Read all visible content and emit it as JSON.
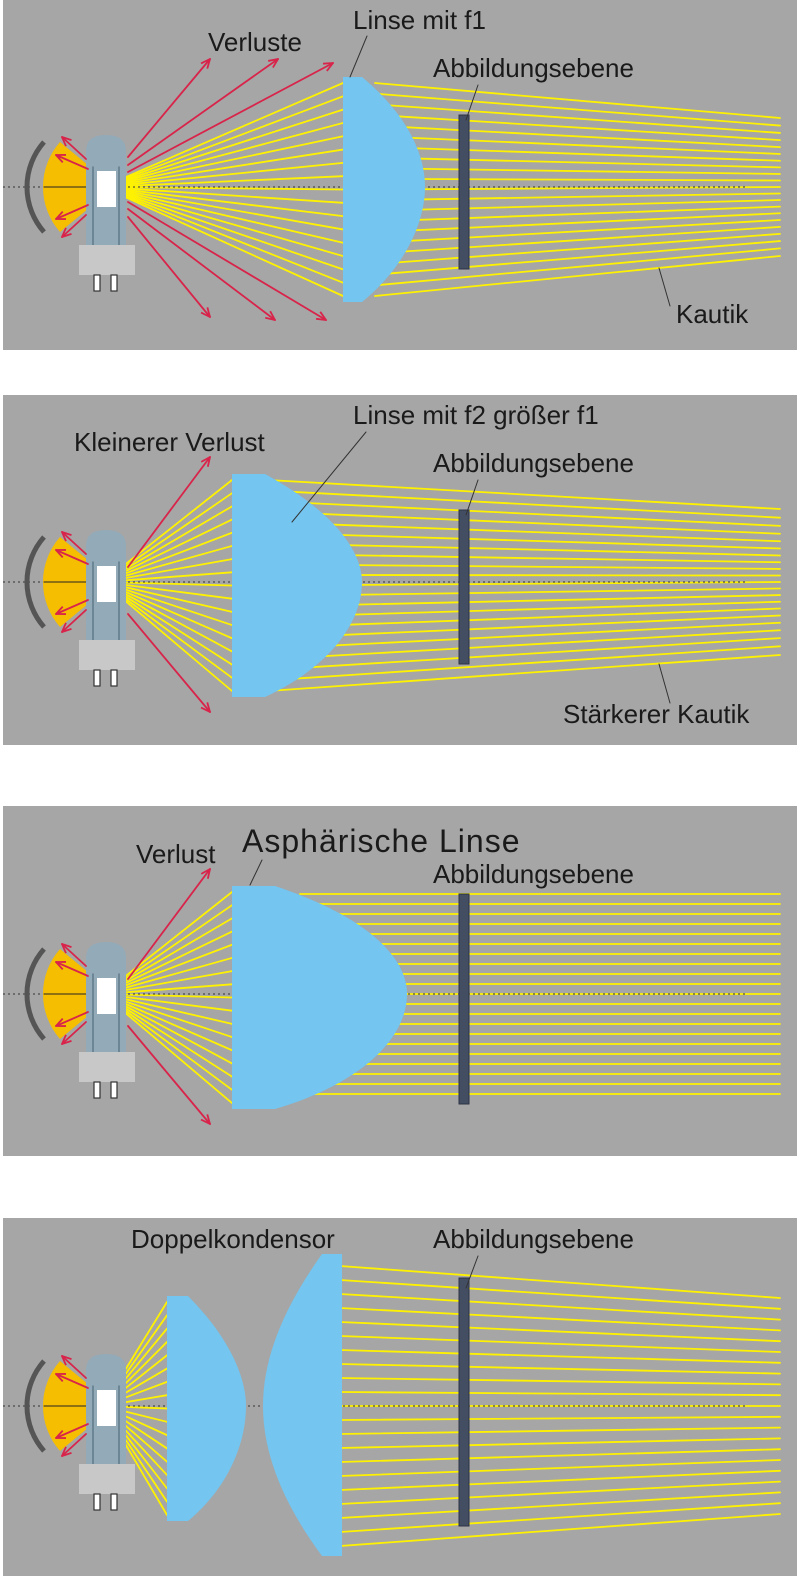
{
  "colors": {
    "panel": "#a6a6a6",
    "ray": "#fff200",
    "loss": "#d8244a",
    "lens": "#74c5ef",
    "reflector_fill": "#f6be00",
    "reflector_rim": "#555555",
    "bulb": "#93aab8",
    "filament": "#ffffff",
    "socket": "#c8c8c8",
    "plane": "#444e63"
  },
  "panels": [
    {
      "labels": {
        "loss": "Verluste",
        "lens": "Linse mit f1",
        "plane": "Abbildungsebene",
        "caustic": "Kautik"
      }
    },
    {
      "labels": {
        "loss": "Kleinerer Verlust",
        "lens": "Linse mit f2 größer f1",
        "plane": "Abbildungsebene",
        "caustic": "Stärkerer Kautik"
      }
    },
    {
      "labels": {
        "loss": "Verlust",
        "lens": "Asphärische Linse",
        "plane": "Abbildungsebene"
      }
    },
    {
      "labels": {
        "lens": "Doppelkondensor",
        "plane": "Abbildungsebene"
      }
    }
  ]
}
